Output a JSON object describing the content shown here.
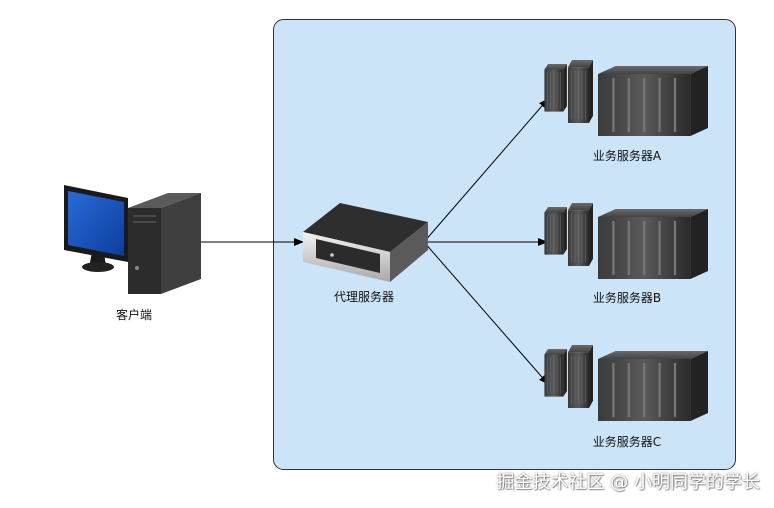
{
  "nodes": {
    "client": {
      "label": "客户端"
    },
    "proxy": {
      "label": "代理服务器"
    },
    "server_a": {
      "label": "业务服务器A"
    },
    "server_b": {
      "label": "业务服务器B"
    },
    "server_c": {
      "label": "业务服务器C"
    }
  },
  "edges": [
    {
      "from": "client",
      "to": "proxy"
    },
    {
      "from": "proxy",
      "to": "server_a"
    },
    {
      "from": "proxy",
      "to": "server_b"
    },
    {
      "from": "proxy",
      "to": "server_c"
    }
  ],
  "watermark": {
    "text": "掘金技术社区 @ 小明同学的学长"
  },
  "colors": {
    "region_fill": "#cce4f8",
    "region_stroke": "#333333",
    "edge": "#000000"
  }
}
